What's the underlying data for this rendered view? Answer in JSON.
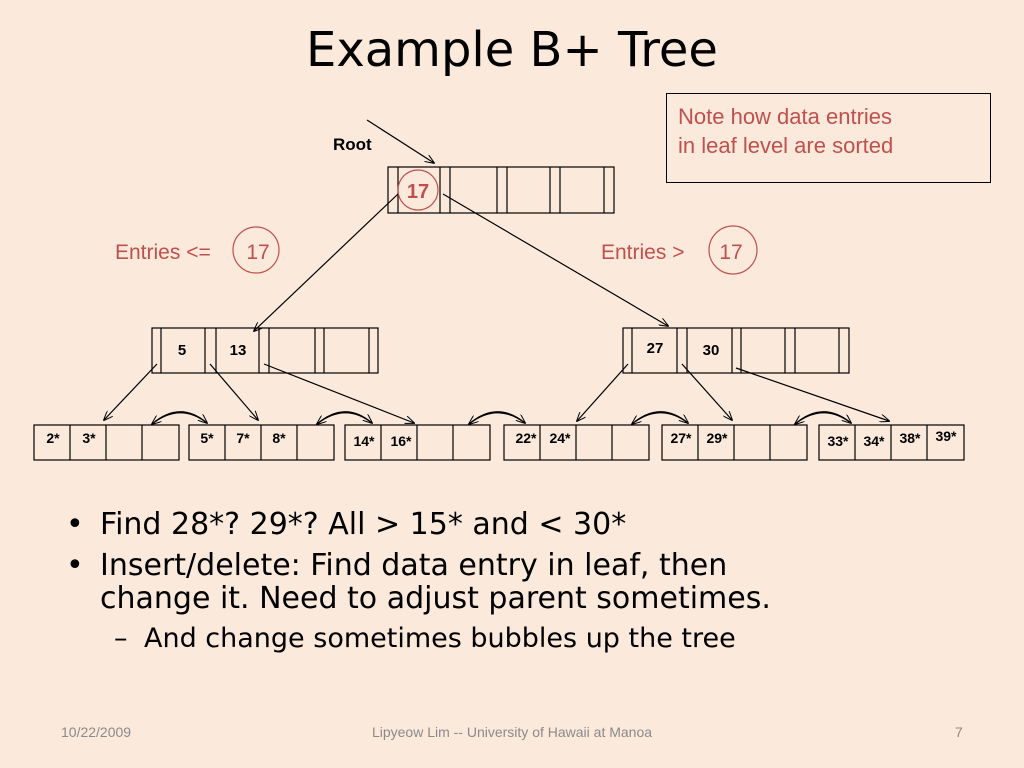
{
  "title": "Example B+ Tree",
  "note": {
    "line1": "Note how data entries",
    "line2": "in leaf level are sorted"
  },
  "diagram": {
    "root_label": "Root",
    "left_label": "Entries <=",
    "left_value": "17",
    "right_label": "Entries >",
    "right_value": "17",
    "root_keys": [
      "17"
    ],
    "internal_left_keys": [
      "5",
      "13"
    ],
    "internal_right_keys": [
      "27",
      "30"
    ],
    "leaves": [
      [
        "2*",
        "3*"
      ],
      [
        "5*",
        "7*",
        "8*"
      ],
      [
        "14*",
        "16*"
      ],
      [
        "22*",
        "24*"
      ],
      [
        "27*",
        "29*"
      ],
      [
        "33*",
        "34*",
        "38*",
        "39*"
      ]
    ]
  },
  "bullets": [
    {
      "text": "Find 28*? 29*? All > 15* and < 30*"
    },
    {
      "text": "Insert/delete:  Find data entry in leaf, then",
      "text2": "change it. Need to adjust parent sometimes."
    }
  ],
  "sub_bullet": "And change sometimes bubbles up the tree",
  "bullet_glyph": "•",
  "dash_glyph": "–",
  "footer": {
    "date": "10/22/2009",
    "center": "Lipyeow Lim -- University of Hawaii at Manoa",
    "page": "7"
  },
  "colors": {
    "accent": "#c0504d",
    "background": "#fbe9dc",
    "footer": "#8a8a8a"
  }
}
